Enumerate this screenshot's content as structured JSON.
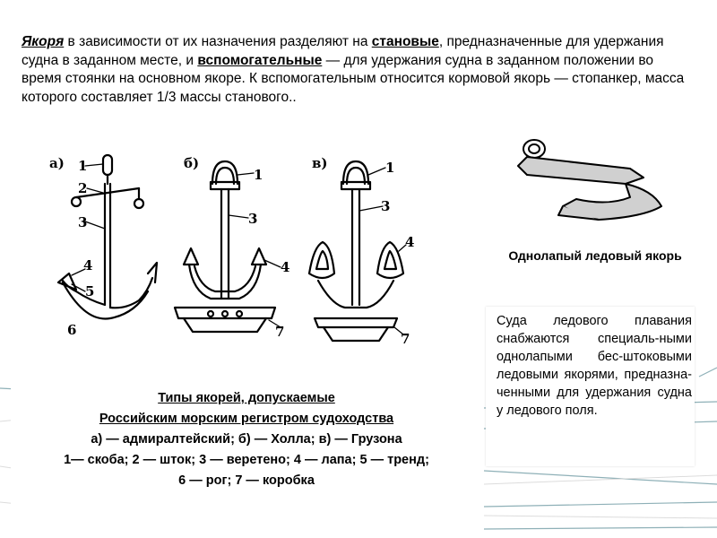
{
  "intro": {
    "term_anchor": "Якоря",
    "part1": " в зависимости от их назначения разделяют на ",
    "term_main": "становые",
    "part2": ", предназначенные для удержания судна в заданном месте, и ",
    "term_aux": "вспомогательные",
    "part3": " — для удержания судна в заданном положении во время стоянки на основном якоре. К вспомогательным относится кормовой якорь — стопанкер, масса которого составляет 1/3 массы станового.."
  },
  "figure": {
    "labels": {
      "a": "а)",
      "b": "б)",
      "v": "в)",
      "n1": "1",
      "n2": "2",
      "n3": "3",
      "n4": "4",
      "n5": "5",
      "n6": "6",
      "n7": "7"
    }
  },
  "ice_anchor": {
    "title": "Однолапый ледовый якорь",
    "text": "Суда ледового плавания снабжаются специаль-ными однолапыми бес-штоковыми ледовыми якорями, предназна-ченными для удержания судна у ледового поля."
  },
  "legend": {
    "line1": "Типы якорей, допускаемые",
    "line2": "Российским морским регистром судоходства",
    "line3": "а) — адмиралтейский; б) — Холла; в) — Грузона",
    "line4": "1— скоба; 2 — шток; 3 — веретено; 4 — лапа; 5 — тренд;",
    "line5": "6 — рог; 7 — коробка"
  },
  "colors": {
    "background": "#ffffff",
    "deco_teal": "#5f8f99",
    "deco_grey": "#d9d9d9"
  }
}
